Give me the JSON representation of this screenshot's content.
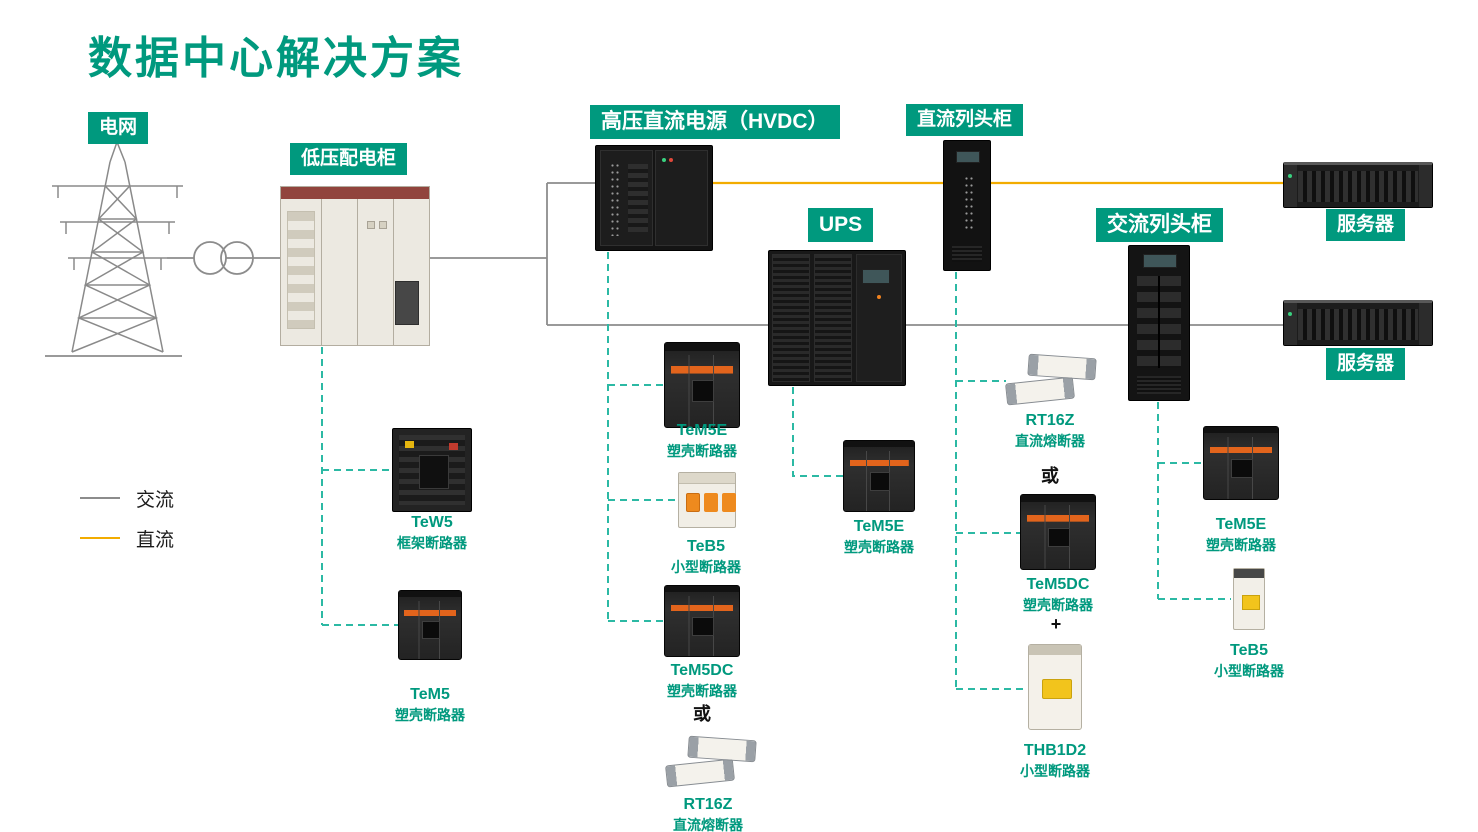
{
  "title": "数据中心解决方案",
  "colors": {
    "accent_teal": "#00997E",
    "dashed_teal": "#2CB9A4",
    "dc_line_yellow": "#F2AC00",
    "ac_line_gray": "#8C8C8C"
  },
  "legend": {
    "ac_label": "交流",
    "dc_label": "直流"
  },
  "badges": {
    "grid": "电网",
    "lv_cabinet": "低压配电柜",
    "hvdc": "高压直流电源（HVDC）",
    "dc_row_cabinet": "直流列头柜",
    "ups": "UPS",
    "ac_row_cabinet": "交流列头柜",
    "server_top": "服务器",
    "server_bottom": "服务器"
  },
  "products": {
    "tew5": {
      "name": "TeW5",
      "type": "框架断路器"
    },
    "tem5": {
      "name": "TeM5",
      "type": "塑壳断路器"
    },
    "tem5e_hvdc": {
      "name": "TeM5E",
      "type": "塑壳断路器"
    },
    "teb5_hvdc": {
      "name": "TeB5",
      "type": "小型断路器"
    },
    "tem5dc_hvdc": {
      "name": "TeM5DC",
      "type": "塑壳断路器"
    },
    "rt16z_hvdc": {
      "name": "RT16Z",
      "type": "直流熔断器"
    },
    "tem5e_ups": {
      "name": "TeM5E",
      "type": "塑壳断路器"
    },
    "rt16z_dcrow": {
      "name": "RT16Z",
      "type": "直流熔断器"
    },
    "tem5dc_dcrow": {
      "name": "TeM5DC",
      "type": "塑壳断路器"
    },
    "thb1d2": {
      "name": "THB1D2",
      "type": "小型断路器"
    },
    "tem5e_acrow": {
      "name": "TeM5E",
      "type": "塑壳断路器"
    },
    "teb5_acrow": {
      "name": "TeB5",
      "type": "小型断路器"
    }
  },
  "operators": {
    "or_hvdc": "或",
    "or_dcrow": "或",
    "plus_dcrow": "+"
  }
}
